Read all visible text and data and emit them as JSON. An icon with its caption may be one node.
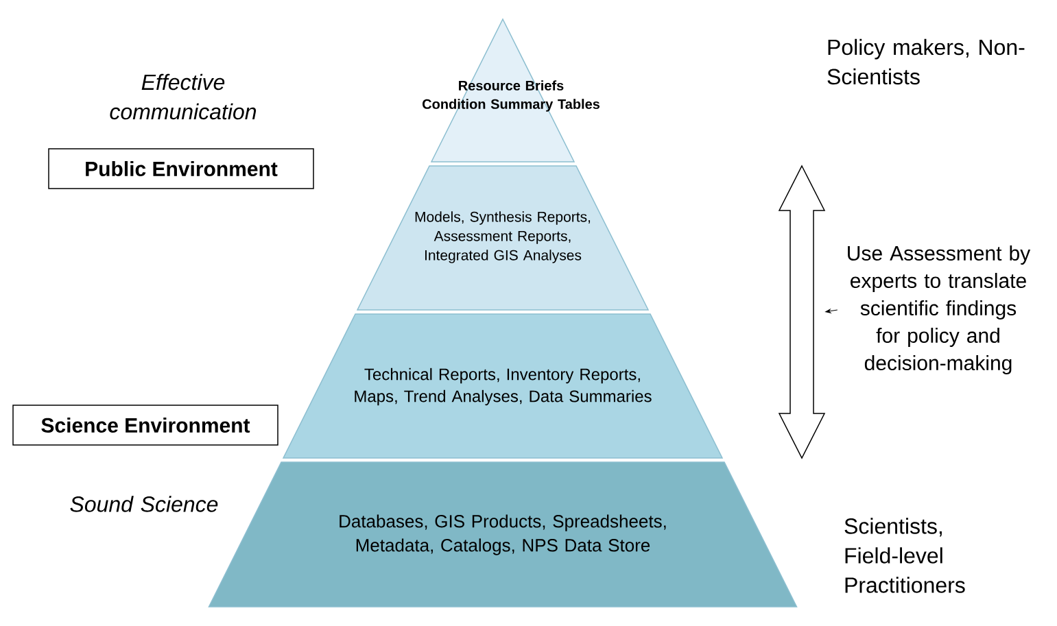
{
  "diagram": {
    "nodes": [
      {
        "text": [
          "Resource Briefs",
          "Condition Summary Tables"
        ]
      },
      {
        "text": [
          "Models, Synthesis Reports, Assessment Reports, Integrated GIS Analyses"
        ]
      },
      {
        "text": [
          "Technical Reports, Inventory Reports, Maps, Trend Analyses, Data Summaries"
        ]
      },
      {
        "text": [
          "Databases, GIS Products, Spreadsheets, Metadata, Catalogs, NPS Data Store"
        ]
      },
      {
        "text": [
          "Public Environment"
        ]
      },
      {
        "text": [
          "Science Environment"
        ]
      },
      {
        "text": [
          "Use Assessment by experts to translate scientific findings for policy and decision-making"
        ]
      },
      {
        "text": [],
        "shape": "arrow"
      }
    ],
    "edges": [
      {
        "from": 6,
        "to": 7,
        "arrow": "to"
      }
    ],
    "labels": [
      "Effective communication",
      "Policy makers, Non-Scientists",
      "Sound Science",
      "Scientists, Field-level Practitioners"
    ]
  }
}
